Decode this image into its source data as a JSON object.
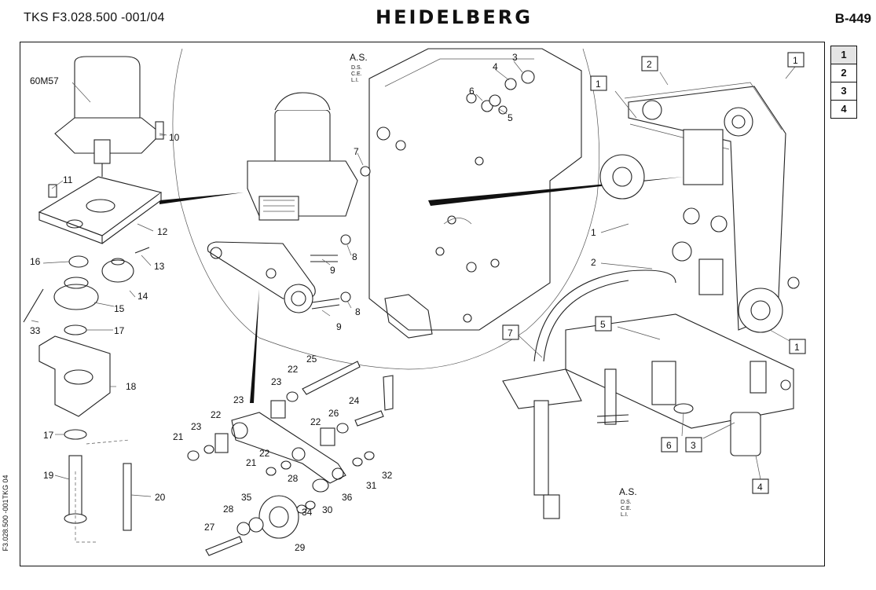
{
  "header": {
    "doc_code": "TKS F3.028.500 -001/04",
    "brand": "HEIDELBERG",
    "page_id": "B-449"
  },
  "side_code": "F3.028.500 -001TKG 04",
  "page_tabs": [
    {
      "label": "1",
      "active": true
    },
    {
      "label": "2",
      "active": false
    },
    {
      "label": "3",
      "active": false
    },
    {
      "label": "4",
      "active": false
    }
  ],
  "annotations": {
    "as_block_top": {
      "as": "A.S.",
      "ds": "D.S.",
      "ce": "C.E.",
      "li": "L.I."
    },
    "as_block_bottom": {
      "as": "A.S.",
      "ds": "D.S.",
      "ce": "C.E.",
      "li": "L.I."
    },
    "motor_label": "60M57"
  },
  "part_labels": [
    "3",
    "4",
    "6",
    "5",
    "7",
    "10",
    "11",
    "12",
    "13",
    "14",
    "15",
    "16",
    "17",
    "17",
    "18",
    "19",
    "20",
    "33",
    "8",
    "9",
    "8",
    "9",
    "25",
    "22",
    "23",
    "24",
    "26",
    "22",
    "23",
    "23",
    "22",
    "21",
    "21",
    "22",
    "28",
    "36",
    "31",
    "32",
    "30",
    "34",
    "35",
    "28",
    "27",
    "29"
  ],
  "boxed_callouts": [
    "2",
    "1",
    "1",
    "1",
    "1",
    "7",
    "5",
    "6",
    "3",
    "4"
  ],
  "leader_callouts": [
    "1",
    "2"
  ]
}
